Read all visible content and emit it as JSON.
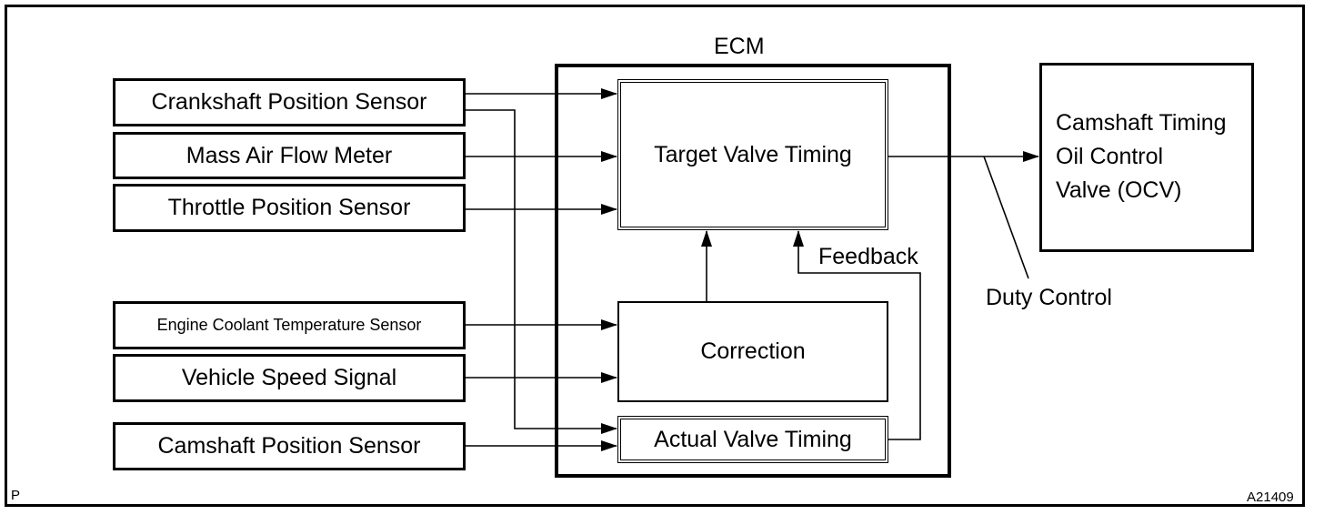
{
  "ecm_title": "ECM",
  "inputs": [
    "Crankshaft Position Sensor",
    "Mass Air Flow Meter",
    "Throttle Position Sensor",
    "Engine Coolant Temperature Sensor",
    "Vehicle Speed Signal",
    "Camshaft Position Sensor"
  ],
  "blocks": {
    "target": "Target Valve Timing",
    "correction": "Correction",
    "actual": "Actual Valve Timing"
  },
  "feedback_label": "Feedback",
  "duty_control_label": "Duty Control",
  "output": {
    "line1": "Camshaft Timing",
    "line2": "Oil Control",
    "line3": "Valve (OCV)"
  },
  "corner_left": "P",
  "corner_right": "A21409"
}
